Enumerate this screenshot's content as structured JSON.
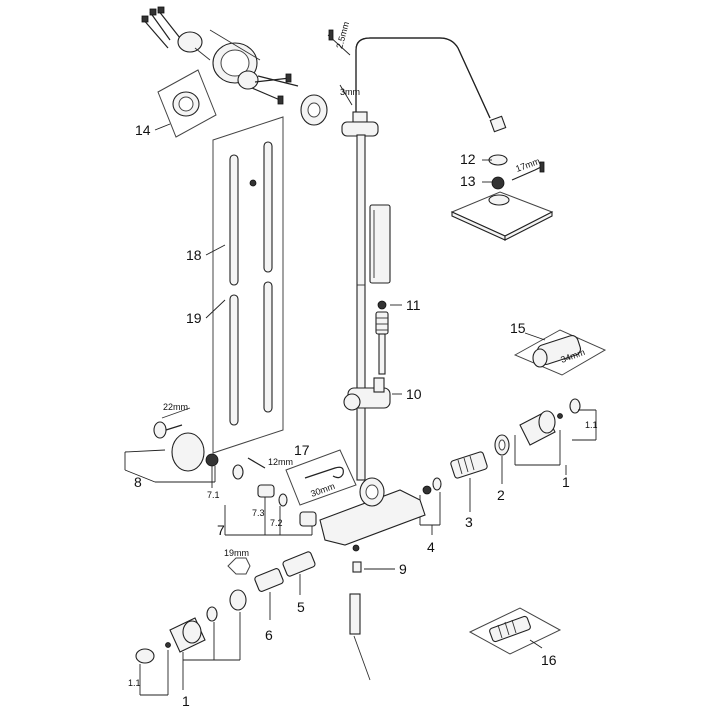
{
  "labels": {
    "p1": "1",
    "p1b": "1",
    "p1_1": "1.1",
    "p1_1b": "1.1",
    "p2": "2",
    "p3": "3",
    "p4": "4",
    "p5": "5",
    "p6": "6",
    "p7": "7",
    "p7_1": "7.1",
    "p7_2": "7.2",
    "p7_3": "7.3",
    "p8": "8",
    "p9": "9",
    "p10": "10",
    "p11": "11",
    "p12": "12",
    "p13": "13",
    "p14": "14",
    "p15": "15",
    "p16": "16",
    "p17": "17",
    "p18": "18",
    "p19": "19"
  },
  "dimensions": {
    "hex_2_5": "2.5mm",
    "hex_3": "3mm",
    "wrench_17": "17mm",
    "wrench_22": "22mm",
    "wrench_12": "12mm",
    "wrench_30": "30mm",
    "wrench_34": "34mm",
    "hex_19": "19mm"
  }
}
